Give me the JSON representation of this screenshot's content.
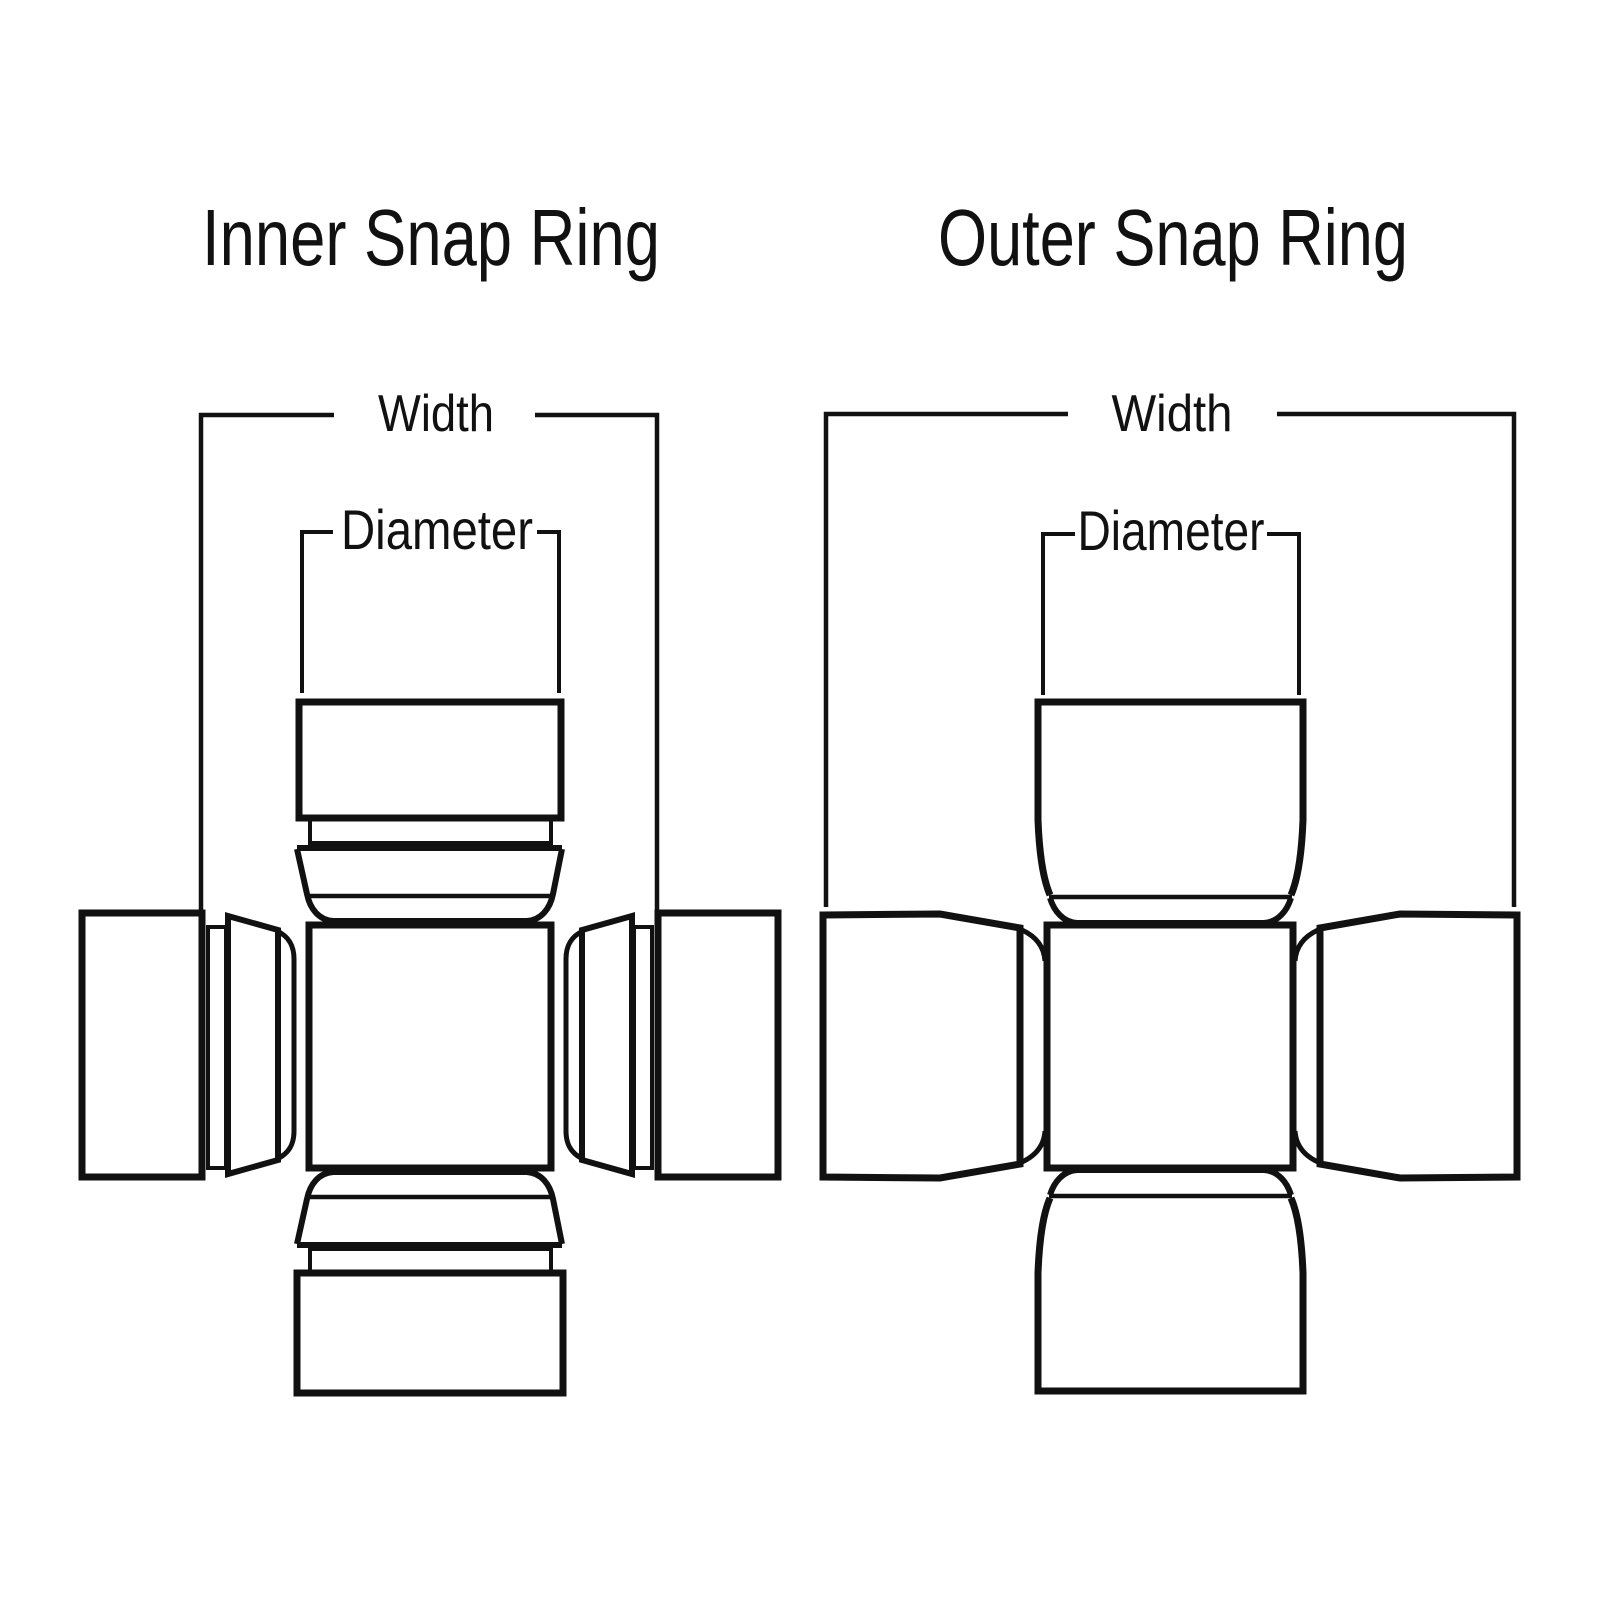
{
  "page": {
    "background_color": "#ffffff",
    "line_color": "#111111"
  },
  "diagrams": {
    "inner": {
      "title": "Inner Snap Ring",
      "width_label": "Width",
      "diameter_label": "Diameter"
    },
    "outer": {
      "title": "Outer Snap Ring",
      "width_label": "Width",
      "diameter_label": "Diameter"
    }
  }
}
